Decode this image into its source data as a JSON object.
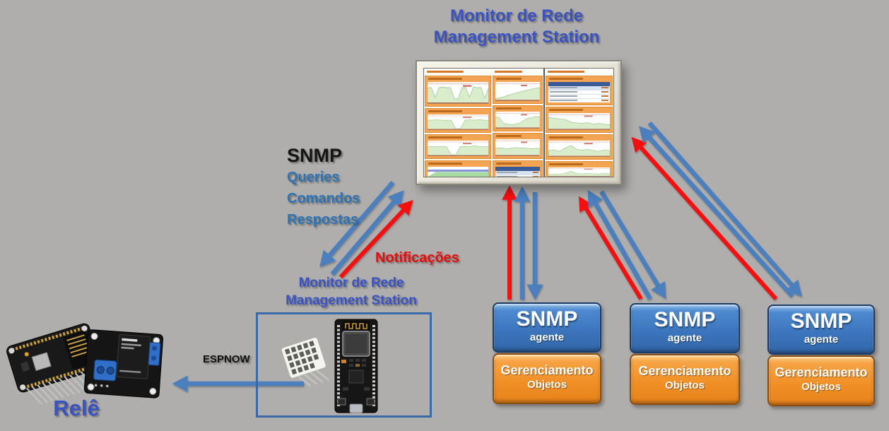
{
  "title": {
    "line1": "Monitor de Rede",
    "line2": "Management Station"
  },
  "snmp_block": {
    "heading": "SNMP",
    "items": [
      "Queries",
      "Comandos",
      "Respostas"
    ]
  },
  "labels": {
    "notifications": "Notificações",
    "station_line1": "Monitor de Rede",
    "station_line2": "Management Station",
    "espnow": "ESPNOW",
    "rele": "Relê"
  },
  "agents": [
    {
      "title": "SNMP",
      "subtitle": "agente",
      "mgmt_line1": "Gerenciamento",
      "mgmt_line2": "Objetos"
    },
    {
      "title": "SNMP",
      "subtitle": "agente",
      "mgmt_line1": "Gerenciamento",
      "mgmt_line2": "Objetos"
    },
    {
      "title": "SNMP",
      "subtitle": "agente",
      "mgmt_line1": "Gerenciamento",
      "mgmt_line2": "Objetos"
    }
  ],
  "colors": {
    "background": "#AFAEAC",
    "title_blue": "#3A53C4",
    "item_blue": "#2E74B5",
    "label_red": "#E60D0D",
    "arrow_blue": "#4C7FBE",
    "arrow_red": "#F50F0F",
    "agent_blue": "#3D76BE",
    "agent_orange": "#F08F26",
    "monitor_frame": "#E9E6DA",
    "panel_orange": "#F2A452"
  },
  "screen": {
    "columns": [
      {
        "width": 36,
        "panels": [
          {
            "type": "chart",
            "h": 44,
            "pts": [
              0.85,
              0.85,
              0.3,
              0.85,
              0.88,
              0.85,
              0.85,
              0.2,
              0.2,
              0.85,
              0.85,
              0.3,
              0.88,
              0.85,
              0.85,
              0.25,
              0.85
            ]
          },
          {
            "type": "chart",
            "h": 35,
            "pts": [
              0.72,
              0.72,
              0.74,
              0.72,
              0.7,
              0.72,
              0.02,
              0.02,
              0.72,
              0.74,
              0.72,
              0.76,
              0.72,
              0.7
            ]
          },
          {
            "type": "chart",
            "h": 35,
            "pts": [
              0.68,
              0.7,
              0.68,
              0.7,
              0.68,
              0.02,
              0.02,
              0.7,
              0.72,
              0.68,
              0.76,
              0.7,
              0.68,
              0.7
            ]
          },
          {
            "type": "stacked",
            "h": 27
          }
        ]
      },
      {
        "width": 27,
        "panels": [
          {
            "type": "chart",
            "h": 40,
            "pts": [
              0.08,
              0.12,
              0.18,
              0.28,
              0.34,
              0.44,
              0.5,
              0.58,
              0.64,
              0.7,
              0.76,
              0.8
            ]
          },
          {
            "type": "chart",
            "h": 37,
            "pts": [
              0.8,
              0.74,
              0.3,
              0.24,
              0.2,
              0.24,
              0.3,
              0.5,
              0.68,
              0.74,
              0.8,
              0.82
            ]
          },
          {
            "type": "chart",
            "h": 37,
            "pts": [
              0.5,
              0.53,
              0.5,
              0.47,
              0.5,
              0.56,
              0.5,
              0.52,
              0.5,
              0.47,
              0.5,
              0.5
            ]
          },
          {
            "type": "table",
            "h": 32,
            "rows": 4
          }
        ]
      },
      {
        "width": 37,
        "panels": [
          {
            "type": "table",
            "h": 42,
            "rows": 5
          },
          {
            "type": "chart",
            "h": 37,
            "pts": [
              0.85,
              0.8,
              0.74,
              0.7,
              0.5,
              0.45,
              0.4,
              0.46,
              0.34,
              0.4,
              0.34,
              0.3
            ]
          },
          {
            "type": "chart",
            "h": 36,
            "pts": [
              0.4,
              0.46,
              0.34,
              0.6,
              0.8,
              0.5,
              0.44,
              0.5,
              0.4,
              0.34,
              0.46,
              0.4
            ]
          },
          {
            "type": "chart",
            "h": 26,
            "pts": [
              0.2,
              0.3,
              0.24,
              0.4,
              0.7,
              0.4,
              0.3,
              0.36,
              0.34,
              0.3,
              0.4,
              0.34
            ]
          }
        ]
      }
    ]
  }
}
